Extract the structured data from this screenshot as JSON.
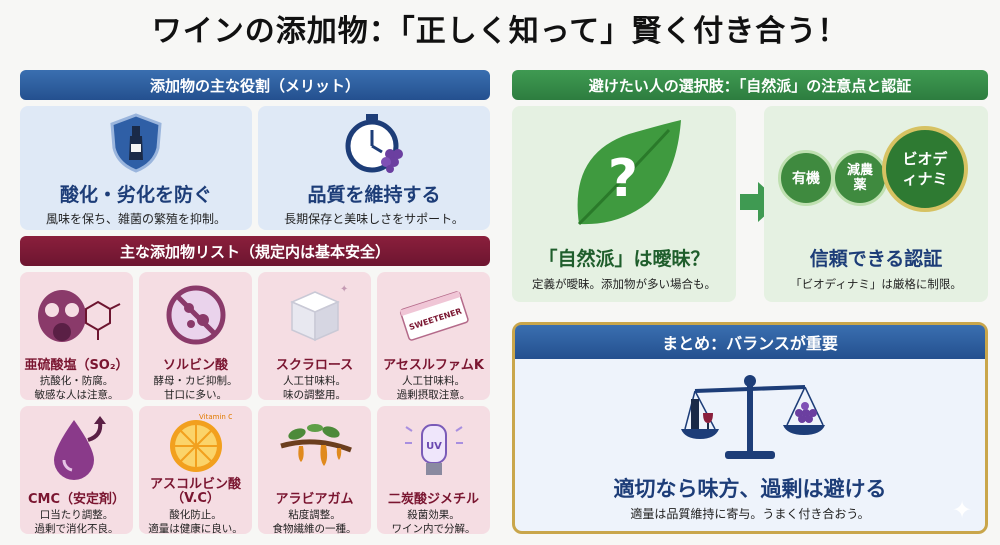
{
  "title": "ワインの添加物：「正しく知って」賢く付き合う！",
  "merits": {
    "header": "添加物の主な役割（メリット）",
    "cards": [
      {
        "heading": "酸化・劣化を防ぐ",
        "desc": "風味を保ち、雑菌の繁殖を抑制。"
      },
      {
        "heading": "品質を維持する",
        "desc": "長期保存と美味しさをサポート。"
      }
    ]
  },
  "additives": {
    "header": "主な添加物リスト（規定内は基本安全）",
    "items": [
      {
        "name": "亜硫酸塩（SO₂）",
        "d1": "抗酸化・防腐。",
        "d2": "敏感な人は注意。"
      },
      {
        "name": "ソルビン酸",
        "d1": "酵母・カビ抑制。",
        "d2": "甘口に多い。"
      },
      {
        "name": "スクラロース",
        "d1": "人工甘味料。",
        "d2": "味の調整用。"
      },
      {
        "name": "アセスルファムK",
        "d1": "人工甘味料。",
        "d2": "過剰摂取注意。"
      },
      {
        "name": "CMC（安定剤）",
        "d1": "口当たり調整。",
        "d2": "過剰で消化不良。"
      },
      {
        "name": "アスコルビン酸（V.C）",
        "d1": "酸化防止。",
        "d2": "適量は健康に良い。"
      },
      {
        "name": "アラビアガム",
        "d1": "粘度調整。",
        "d2": "食物繊維の一種。"
      },
      {
        "name": "二炭酸ジメチル",
        "d1": "殺菌効果。",
        "d2": "ワイン内で分解。"
      }
    ],
    "icon_labels": {
      "sweetener": "SWEETENER",
      "vitamin": "Vitamin C",
      "uv": "UV"
    }
  },
  "natural": {
    "header": "避けたい人の選択肢：「自然派」の注意点と認証",
    "left": {
      "heading": "「自然派」は曖昧？",
      "desc": "定義が曖昧。添加物が多い場合も。"
    },
    "right": {
      "heading": "信頼できる認証",
      "desc": "「ビオディナミ」は厳格に制限。"
    },
    "badges": {
      "organic": "有機",
      "reduced": "減農薬",
      "bio": "ビオディナミ"
    }
  },
  "summary": {
    "header": "まとめ：バランスが重要",
    "headline": "適切なら味方、過剰は避ける",
    "desc": "適量は品質維持に寄与。うまく付き合おう。"
  },
  "colors": {
    "blue": "#24508f",
    "red": "#7a1530",
    "green": "#2d7d3f",
    "gold": "#c9a64b"
  }
}
